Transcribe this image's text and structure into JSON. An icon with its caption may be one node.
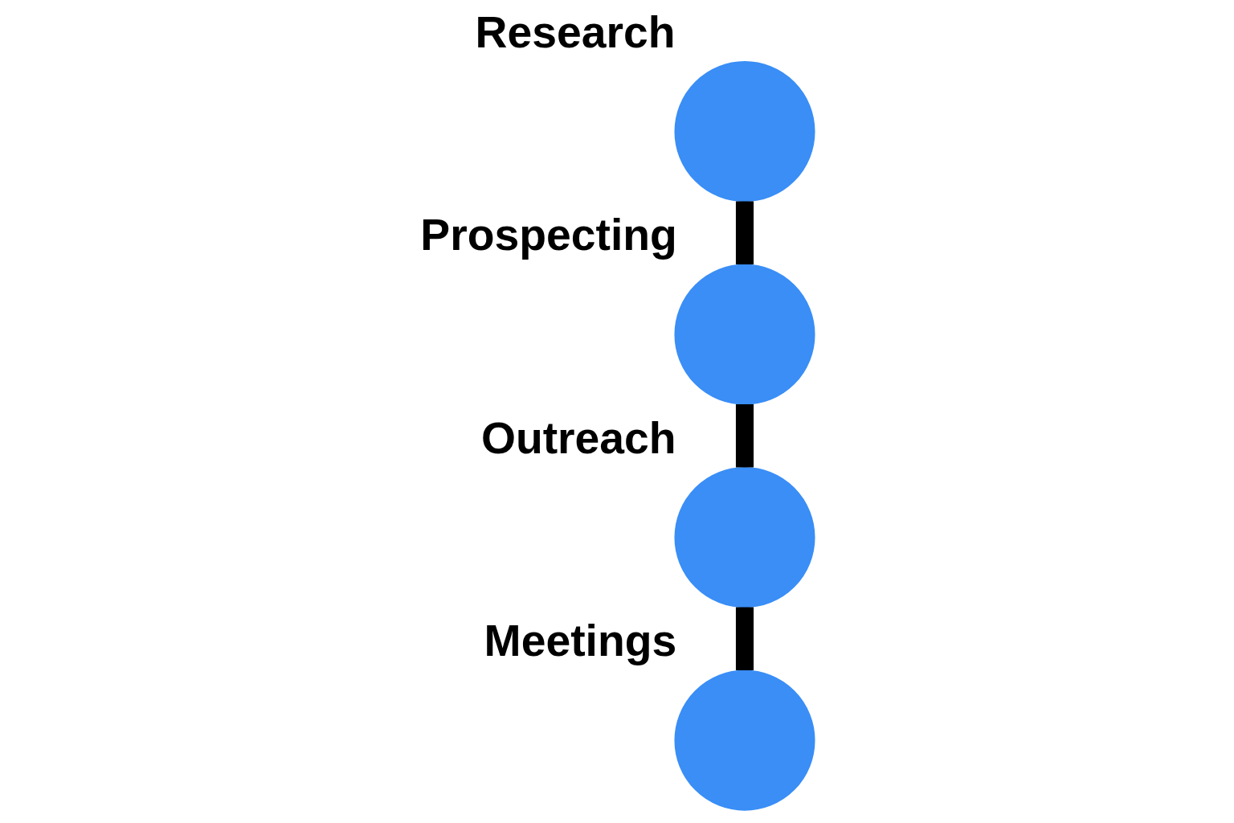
{
  "diagram": {
    "nodes": [
      {
        "text": [
          "Research"
        ]
      },
      {
        "text": [
          "Prospecting"
        ]
      },
      {
        "text": [
          "Outreach"
        ]
      },
      {
        "text": [
          "Meetings"
        ]
      }
    ],
    "edges": [
      {
        "from": 0,
        "to": 1,
        "arrow": "none"
      },
      {
        "from": 1,
        "to": 2,
        "arrow": "none"
      },
      {
        "from": 2,
        "to": 3,
        "arrow": "none"
      }
    ]
  }
}
